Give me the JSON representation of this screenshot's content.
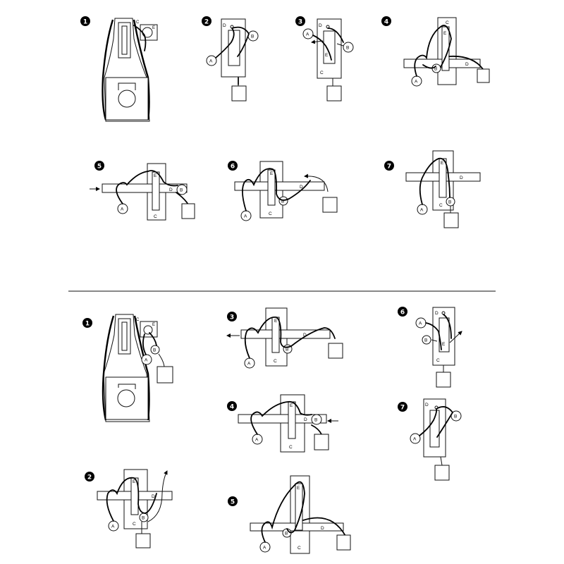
{
  "labels": {
    "a": "A",
    "b": "B",
    "c": "C",
    "d": "D",
    "e": "E"
  },
  "top": {
    "steps": [
      "1",
      "2",
      "3",
      "4",
      "5",
      "6",
      "7"
    ]
  },
  "bottom": {
    "steps": [
      "1",
      "2",
      "3",
      "4",
      "5",
      "6",
      "7"
    ]
  },
  "colors": {
    "ink": "#000000",
    "paper": "#ffffff"
  }
}
